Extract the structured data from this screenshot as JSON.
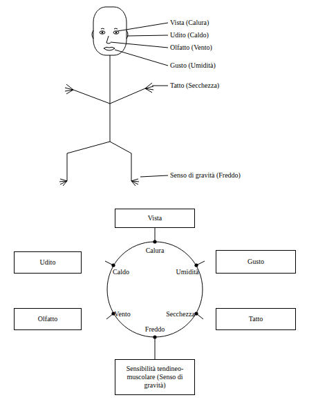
{
  "diagram": {
    "nodes": [
      {
        "text": [
          "Vista"
        ]
      },
      {
        "text": [
          "Calura",
          "Caldo",
          "Umidità",
          "Vento",
          "Secchezza",
          "Freddo"
        ]
      },
      {
        "text": [
          "Udito"
        ]
      },
      {
        "text": [
          "Gusto"
        ]
      },
      {
        "text": [
          "Olfatto"
        ]
      },
      {
        "text": [
          "Tatto"
        ]
      },
      {
        "text": [
          "Sensibilità tendineo-muscolare (Senso di gravità)"
        ]
      }
    ],
    "edges": [
      {
        "from": 0,
        "to": 1,
        "arrow": "none"
      },
      {
        "from": 1,
        "to": 6,
        "arrow": "none"
      }
    ],
    "labels": [
      "Vista (Calura)",
      "Udito (Caldo)",
      "Olfatto (Vento)",
      "Gusto (Umidità)",
      "Tatto (Secchezza)",
      "Senso di gravità (Freddo)"
    ]
  }
}
